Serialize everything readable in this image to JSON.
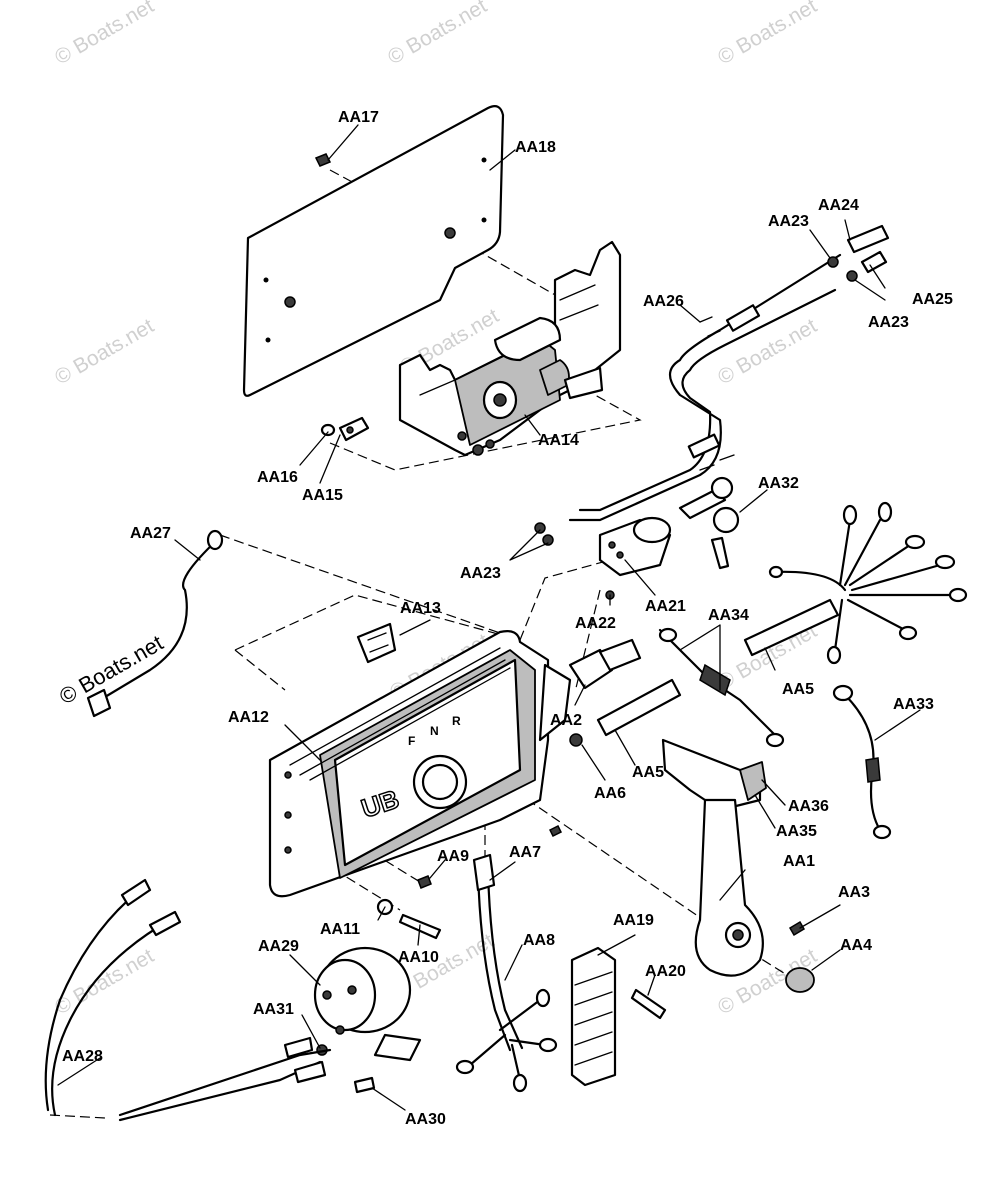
{
  "watermark": "© Boats.net",
  "panel_letters": {
    "f": "F",
    "n": "N",
    "r": "R"
  },
  "brand": "UB",
  "labels": {
    "AA1": "AA1",
    "AA2": "AA2",
    "AA3": "AA3",
    "AA4": "AA4",
    "AA5": "AA5",
    "AA5b": "AA5",
    "AA6": "AA6",
    "AA7": "AA7",
    "AA8": "AA8",
    "AA9": "AA9",
    "AA10": "AA10",
    "AA11": "AA11",
    "AA12": "AA12",
    "AA13": "AA13",
    "AA14": "AA14",
    "AA15": "AA15",
    "AA16": "AA16",
    "AA17": "AA17",
    "AA18": "AA18",
    "AA19": "AA19",
    "AA20": "AA20",
    "AA21": "AA21",
    "AA22": "AA22",
    "AA23a": "AA23",
    "AA23b": "AA23",
    "AA23c": "AA23",
    "AA24": "AA24",
    "AA25": "AA25",
    "AA26": "AA26",
    "AA27": "AA27",
    "AA28": "AA28",
    "AA29": "AA29",
    "AA30": "AA30",
    "AA31": "AA31",
    "AA32": "AA32",
    "AA33": "AA33",
    "AA34": "AA34",
    "AA35": "AA35",
    "AA36": "AA36"
  }
}
